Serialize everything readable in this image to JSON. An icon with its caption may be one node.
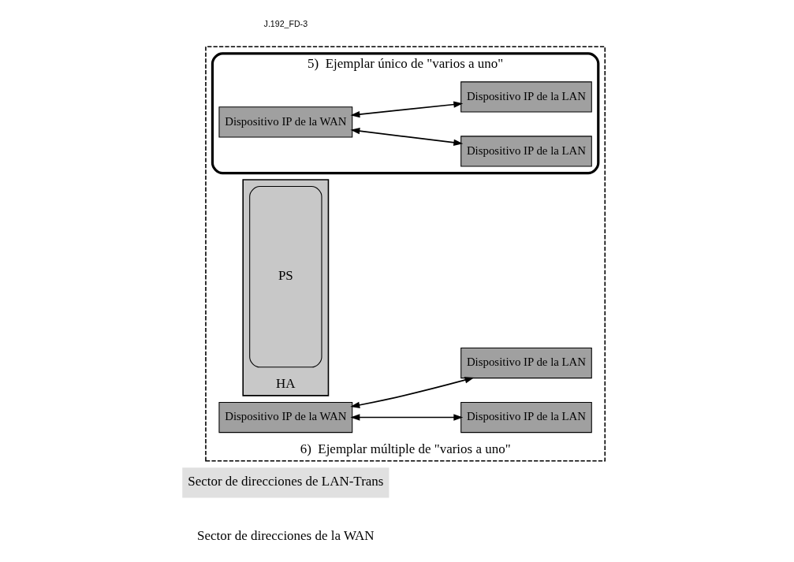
{
  "diagram": {
    "nodes": [
      {
        "text": [
          "Sector de direcciones de la WAN"
        ]
      },
      {
        "text": [
          "Sector de direcciones de LAN-Trans"
        ]
      },
      {
        "text": [
          "6)  Ejemplar múltiple de \"varios a uno\""
        ]
      },
      {
        "text": [
          "5)  Ejemplar único de \"varios a uno\""
        ],
        "in": 2
      },
      {
        "text": [
          "HA"
        ],
        "in": 2
      },
      {
        "text": [
          "PS"
        ],
        "in": 4
      },
      {
        "text": [
          "Dispositivo IP de la WAN"
        ],
        "in": 3
      },
      {
        "text": [
          "Dispositivo IP de la LAN"
        ],
        "in": 3
      },
      {
        "text": [
          "Dispositivo IP de la LAN"
        ],
        "in": 3
      },
      {
        "text": [
          "Dispositivo IP de la WAN"
        ],
        "in": 2
      },
      {
        "text": [
          "Dispositivo IP de la LAN"
        ],
        "in": 2
      },
      {
        "text": [
          "Dispositivo IP de la LAN"
        ],
        "in": 2
      }
    ],
    "edges": [
      {
        "from": 6,
        "to": 7,
        "arrow": "both"
      },
      {
        "from": 6,
        "to": 8,
        "arrow": "both"
      },
      {
        "from": 9,
        "to": 10,
        "arrow": "both"
      },
      {
        "from": 9,
        "to": 11,
        "arrow": "both"
      }
    ],
    "labels": [
      "J.192_FD-3"
    ]
  }
}
